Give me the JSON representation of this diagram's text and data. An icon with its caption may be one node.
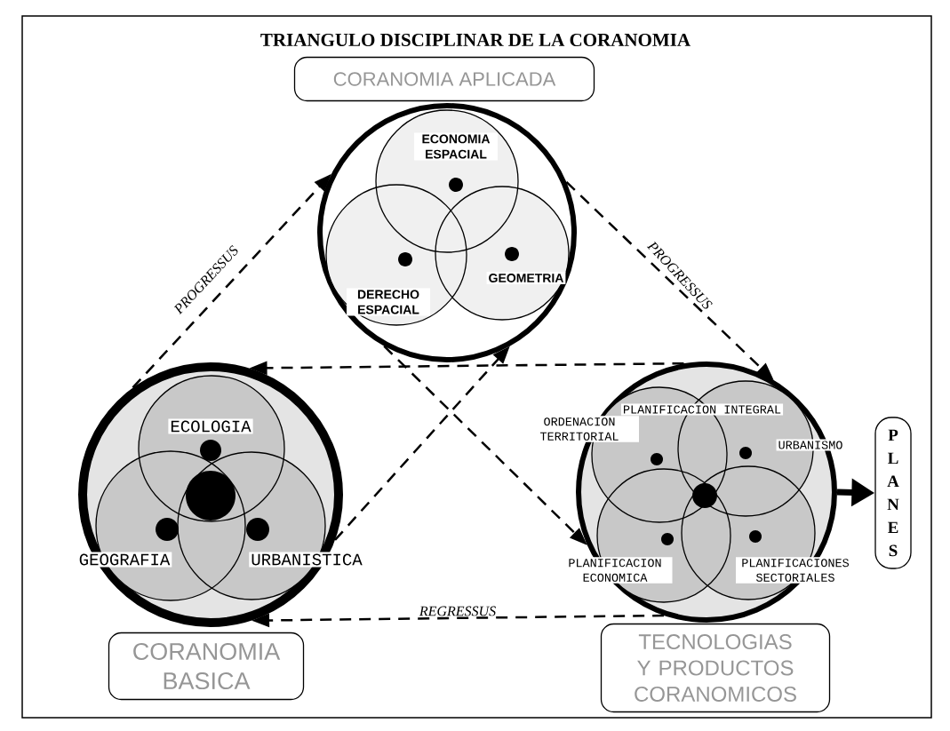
{
  "diagram": {
    "title": "TRIANGULO DISCIPLINAR DE LA CORANOMIA",
    "nodes": [
      {
        "text": [
          "CORANOMIA APLICADA"
        ]
      },
      {
        "text": [],
        "shape": "circle"
      },
      {
        "text": [
          "ECONOMIA ESPACIAL"
        ],
        "in": 1
      },
      {
        "text": [
          "DERECHO ESPACIAL"
        ],
        "in": 1
      },
      {
        "text": [
          "GEOMETRIA"
        ],
        "in": 1
      },
      {
        "text": [],
        "shape": "circle"
      },
      {
        "text": [
          "ECOLOGIA"
        ],
        "in": 5
      },
      {
        "text": [
          "GEOGRAFIA"
        ],
        "in": 5
      },
      {
        "text": [
          "URBANISTICA"
        ],
        "in": 5
      },
      {
        "text": [],
        "shape": "circle"
      },
      {
        "text": [
          "ORDENACION TERRITORIAL"
        ],
        "in": 9
      },
      {
        "text": [
          "URBANISMO"
        ],
        "in": 9
      },
      {
        "text": [
          "PLANIFICACION ECONOMICA"
        ],
        "in": 9
      },
      {
        "text": [
          "PLANIFICACIONES SECTORIALES"
        ],
        "in": 9
      },
      {
        "text": [
          "PLANES"
        ]
      },
      {
        "text": [
          "CORANOMIA BASICA"
        ]
      },
      {
        "text": [
          "TECNOLOGIAS Y PRODUCTOS CORANOMICOS"
        ]
      }
    ],
    "edges": [
      {
        "from": 5,
        "to": 1,
        "arrow": "to",
        "label": "PROGRESSUS",
        "style": "dashed"
      },
      {
        "from": 1,
        "to": 9,
        "arrow": "to",
        "label": "PROGRESSUS",
        "style": "dashed"
      },
      {
        "from": 9,
        "to": 5,
        "arrow": "to",
        "label": "REGRESSUS",
        "style": "dashed"
      },
      {
        "from": 9,
        "to": 5,
        "arrow": "to",
        "style": "dashed"
      },
      {
        "from": 1,
        "to": 9,
        "arrow": "to",
        "style": "dashed"
      },
      {
        "from": 5,
        "to": 1,
        "arrow": "to",
        "style": "dashed"
      },
      {
        "from": 9,
        "to": 14,
        "arrow": "to",
        "style": "thick"
      }
    ],
    "labels": [
      "PLANIFICACION INTEGRAL"
    ]
  }
}
